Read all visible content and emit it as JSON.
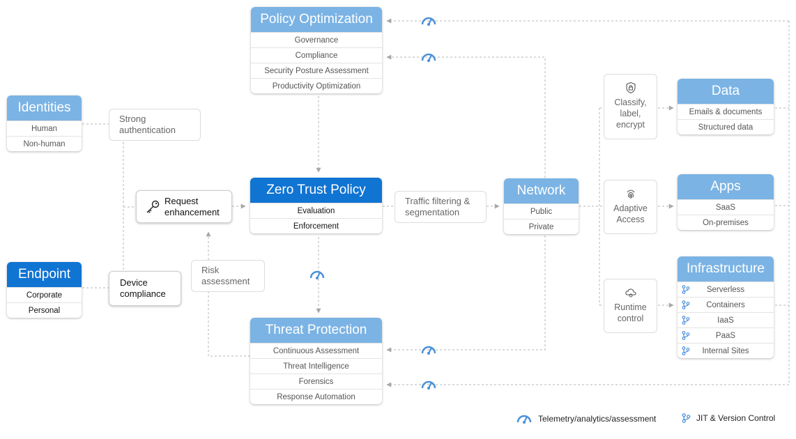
{
  "colors": {
    "header_light": "#7bb3e4",
    "header_dark": "#1074d2",
    "connector": "#b5b5b5",
    "icon": "#4a90d9"
  },
  "policy_optimization": {
    "title": "Policy Optimization",
    "items": [
      "Governance",
      "Compliance",
      "Security Posture Assessment",
      "Productivity Optimization"
    ]
  },
  "identities": {
    "title": "Identities",
    "items": [
      "Human",
      "Non-human"
    ]
  },
  "endpoint": {
    "title": "Endpoint",
    "items": [
      "Corporate",
      "Personal"
    ]
  },
  "zero_trust_policy": {
    "title": "Zero Trust Policy",
    "items": [
      "Evaluation",
      "Enforcement"
    ]
  },
  "threat_protection": {
    "title": "Threat Protection",
    "items": [
      "Continuous Assessment",
      "Threat Intelligence",
      "Forensics",
      "Response Automation"
    ]
  },
  "network": {
    "title": "Network",
    "items": [
      "Public",
      "Private"
    ]
  },
  "data": {
    "title": "Data",
    "items": [
      "Emails & documents",
      "Structured data"
    ]
  },
  "apps": {
    "title": "Apps",
    "items": [
      "SaaS",
      "On-premises"
    ]
  },
  "infrastructure": {
    "title": "Infrastructure",
    "items": [
      "Serverless",
      "Containers",
      "IaaS",
      "PaaS",
      "Internal Sites"
    ]
  },
  "labels": {
    "strong_auth": "Strong\nauthentication",
    "request_enhancement": "Request\nenhancement",
    "device_compliance": "Device\ncompliance",
    "risk_assessment": "Risk\nassessment",
    "traffic_filtering": "Traffic filtering &\nsegmentation",
    "classify": "Classify,\nlabel,\nencrypt",
    "adaptive_access": "Adaptive\nAccess",
    "runtime_control": "Runtime\ncontrol"
  },
  "icons": [
    "telemetry-gauge-icon",
    "jit-branch-icon",
    "key-icon",
    "shield-lock-icon",
    "fingerprint-icon",
    "cloud-gear-icon"
  ],
  "legend": {
    "telemetry": "Telemetry/analytics/assessment",
    "jit": "JIT & Version Control"
  }
}
